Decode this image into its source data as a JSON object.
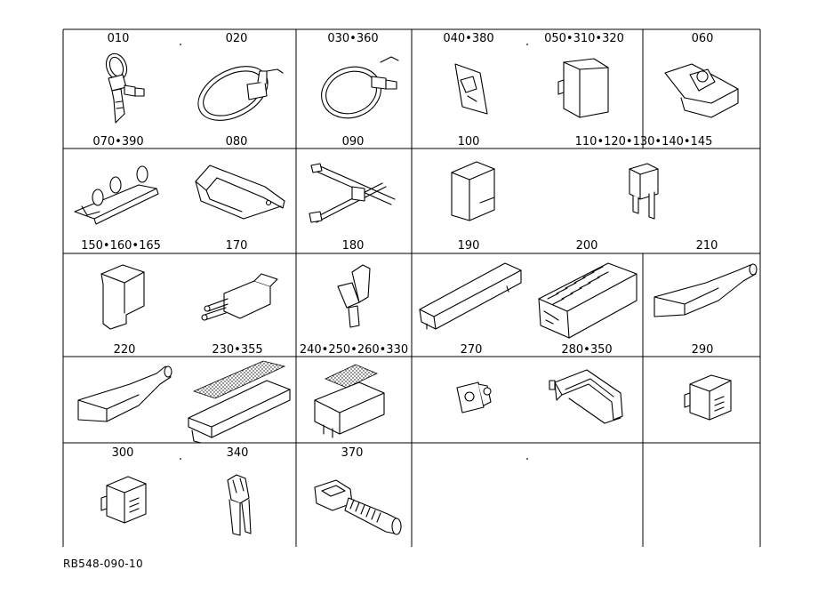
{
  "cells": [
    {
      "label": "010"
    },
    {
      "label": "020"
    },
    {
      "label": "030•360"
    },
    {
      "label": "040•380"
    },
    {
      "label": "050•310•320"
    },
    {
      "label": "060"
    },
    {
      "label": "070•390"
    },
    {
      "label": "080"
    },
    {
      "label": "090"
    },
    {
      "label": "100"
    },
    {
      "label": "110•120•130•140•145"
    },
    {
      "label": "150•160•165"
    },
    {
      "label": "170"
    },
    {
      "label": "180"
    },
    {
      "label": "190"
    },
    {
      "label": "200"
    },
    {
      "label": "210"
    },
    {
      "label": "220"
    },
    {
      "label": "230•355"
    },
    {
      "label": "240•250•260•330"
    },
    {
      "label": "270"
    },
    {
      "label": "280•350"
    },
    {
      "label": "290"
    },
    {
      "label": "300"
    },
    {
      "label": "340"
    },
    {
      "label": "370"
    }
  ],
  "footer": {
    "code": "RB548-090-10"
  }
}
